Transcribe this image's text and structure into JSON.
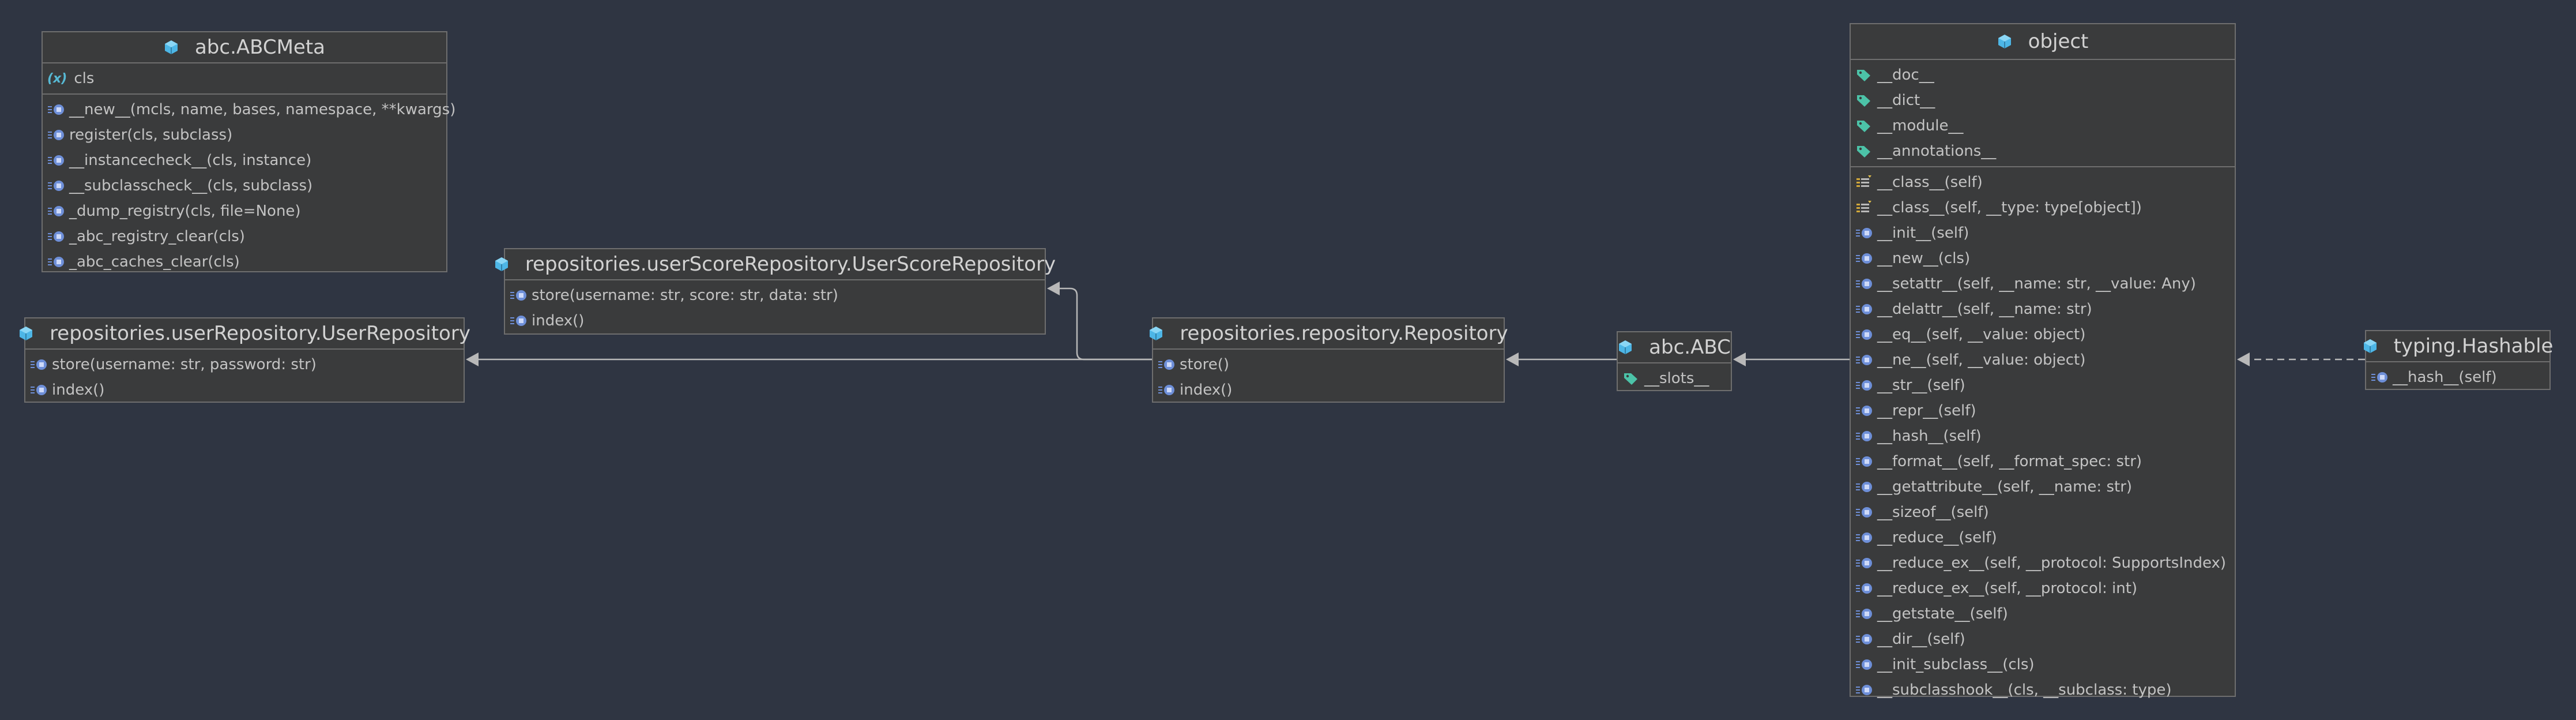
{
  "colors": {
    "background": "#2f3542",
    "box_fill": "#3a3b3c",
    "border": "#6e6e6e",
    "class_icon": "#4db6e6",
    "method_icon": "#6e8fd8",
    "field_icon": "#4cc3a8",
    "edge": "#b8b8b8"
  },
  "classes": {
    "abcmeta": {
      "name": "abc.ABCMeta",
      "fields": [
        {
          "icon": "variable-icon",
          "symbol": "(x)",
          "text": "cls"
        }
      ],
      "methods": [
        "__new__(mcls, name, bases, namespace, **kwargs)",
        "register(cls, subclass)",
        "__instancecheck__(cls, instance)",
        "__subclasscheck__(cls, subclass)",
        "_dump_registry(cls, file=None)",
        "_abc_registry_clear(cls)",
        "_abc_caches_clear(cls)"
      ]
    },
    "user_score_repository": {
      "name": "repositories.userScoreRepository.UserScoreRepository",
      "methods": [
        "store(username: str, score: str, data: str)",
        "index()"
      ]
    },
    "user_repository": {
      "name": "repositories.userRepository.UserRepository",
      "methods": [
        "store(username: str, password: str)",
        "index()"
      ]
    },
    "repository": {
      "name": "repositories.repository.Repository",
      "methods": [
        "store()",
        "index()"
      ]
    },
    "abc": {
      "name": "abc.ABC",
      "fields": [
        "__slots__"
      ]
    },
    "object": {
      "name": "object",
      "fields": [
        "__doc__",
        "__dict__",
        "__module__",
        "__annotations__"
      ],
      "properties": [
        "__class__(self)",
        "__class__(self, __type: type[object])"
      ],
      "methods": [
        "__init__(self)",
        "__new__(cls)",
        "__setattr__(self, __name: str, __value: Any)",
        "__delattr__(self, __name: str)",
        "__eq__(self, __value: object)",
        "__ne__(self, __value: object)",
        "__str__(self)",
        "__repr__(self)",
        "__hash__(self)",
        "__format__(self, __format_spec: str)",
        "__getattribute__(self, __name: str)",
        "__sizeof__(self)",
        "__reduce__(self)",
        "__reduce_ex__(self, __protocol: SupportsIndex)",
        "__reduce_ex__(self, __protocol: int)",
        "__getstate__(self)",
        "__dir__(self)",
        "__init_subclass__(cls)",
        "__subclasshook__(cls, __subclass: type)"
      ]
    },
    "hashable": {
      "name": "typing.Hashable",
      "methods": [
        "__hash__(self)"
      ]
    }
  },
  "relations": [
    {
      "from": "repository",
      "to": "user_repository",
      "type": "inheritance"
    },
    {
      "from": "repository",
      "to": "user_score_repository",
      "type": "inheritance"
    },
    {
      "from": "abc",
      "to": "repository",
      "type": "inheritance"
    },
    {
      "from": "object",
      "to": "abc",
      "type": "inheritance"
    },
    {
      "from": "hashable",
      "to": "object",
      "type": "realization"
    }
  ]
}
